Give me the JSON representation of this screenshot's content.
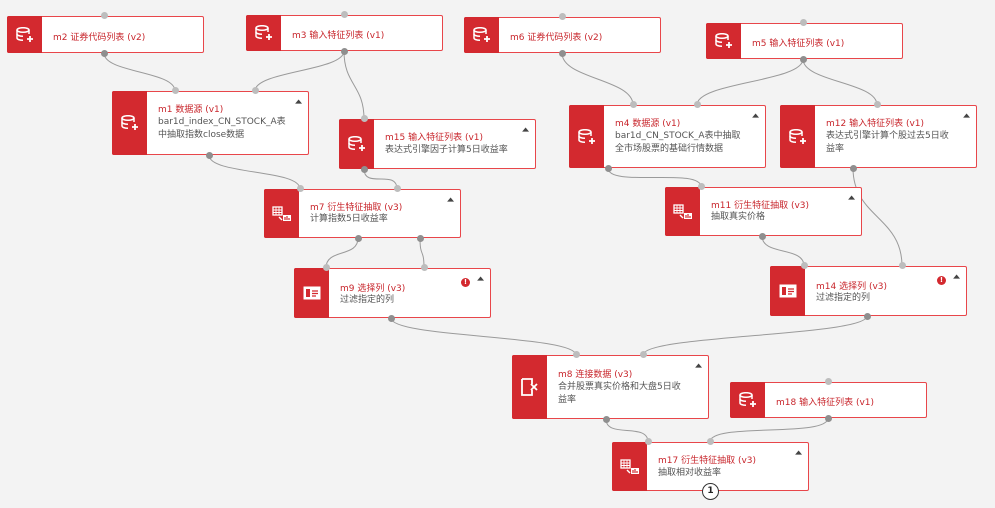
{
  "nodes": [
    {
      "id": "m2",
      "title": "m2 证券代码列表 (v2)",
      "desc": "",
      "icon": "database-upload-icon"
    },
    {
      "id": "m3",
      "title": "m3 输入特征列表 (v1)",
      "desc": "",
      "icon": "database-upload-icon"
    },
    {
      "id": "m6",
      "title": "m6 证券代码列表 (v2)",
      "desc": "",
      "icon": "database-upload-icon"
    },
    {
      "id": "m5",
      "title": "m5 输入特征列表 (v1)",
      "desc": "",
      "icon": "database-upload-icon"
    },
    {
      "id": "m1",
      "title": "m1 数据源 (v1)",
      "desc": "bar1d_index_CN_STOCK_A表中抽取指数close数据",
      "icon": "database-upload-icon"
    },
    {
      "id": "m15",
      "title": "m15 输入特征列表 (v1)",
      "desc": "表达式引擎因子计算5日收益率",
      "icon": "database-upload-icon"
    },
    {
      "id": "m4",
      "title": "m4 数据源 (v1)",
      "desc": "bar1d_CN_STOCK_A表中抽取全市场股票的基础行情数据",
      "icon": "database-upload-icon"
    },
    {
      "id": "m12",
      "title": "m12 输入特征列表 (v1)",
      "desc": "表达式引擎计算个股过去5日收益率",
      "icon": "database-upload-icon"
    },
    {
      "id": "m7",
      "title": "m7 衍生特征抽取 (v3)",
      "desc": "计算指数5日收益率",
      "icon": "feature-extract-icon"
    },
    {
      "id": "m11",
      "title": "m11 衍生特征抽取 (v3)",
      "desc": "抽取真实价格",
      "icon": "feature-extract-icon"
    },
    {
      "id": "m9",
      "title": "m9 选择列 (v3)",
      "desc": "过滤指定的列",
      "icon": "select-columns-icon"
    },
    {
      "id": "m14",
      "title": "m14 选择列 (v3)",
      "desc": "过滤指定的列",
      "icon": "select-columns-icon"
    },
    {
      "id": "m8",
      "title": "m8 连接数据 (v3)",
      "desc": "合并股票真实价格和大盘5日收益率",
      "icon": "join-data-icon"
    },
    {
      "id": "m18",
      "title": "m18 输入特征列表 (v1)",
      "desc": "",
      "icon": "database-upload-icon"
    },
    {
      "id": "m17",
      "title": "m17 衍生特征抽取 (v3)",
      "desc": "抽取相对收益率",
      "icon": "feature-extract-icon"
    }
  ],
  "badge": "1",
  "colors": {
    "accent": "#d3292f",
    "border": "#e8464a",
    "title": "#c8262c",
    "edge": "#9a9a9a",
    "background": "#f3f3f3"
  }
}
